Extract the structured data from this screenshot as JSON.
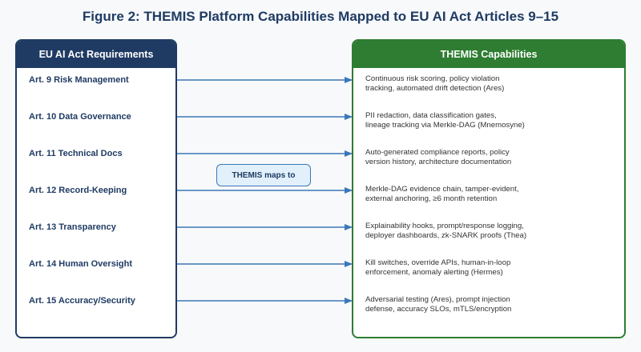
{
  "title": "Figure 2: THEMIS Platform Capabilities Mapped to EU AI Act Articles 9–15",
  "left_panel": {
    "header": "EU AI Act Requirements",
    "items": [
      "Art. 9 Risk Management",
      "Art. 10 Data Governance",
      "Art. 11 Technical Docs",
      "Art. 12 Record-Keeping",
      "Art. 13 Transparency",
      "Art. 14 Human Oversight",
      "Art. 15 Accuracy/Security"
    ]
  },
  "right_panel": {
    "header": "THEMIS Capabilities",
    "items": [
      "Continuous risk scoring, policy violation\ntracking, automated drift detection (Ares)",
      "PII redaction, data classification gates,\nlineage tracking via Merkle-DAG (Mnemosyne)",
      "Auto-generated compliance reports, policy\nversion history, architecture documentation",
      "Merkle-DAG evidence chain, tamper-evident,\nexternal anchoring, ≥6 month retention",
      "Explainability hooks, prompt/response logging,\ndeployer dashboards, zk-SNARK proofs (Thea)",
      "Kill switches, override APIs, human-in-loop\nenforcement, anomaly alerting (Hermes)",
      "Adversarial testing (Ares), prompt injection\ndefense, accuracy SLOs, mTLS/encryption"
    ]
  },
  "connector_label": "THEMIS maps to",
  "colors": {
    "left_accent": "#1f3b63",
    "right_accent": "#2e7d32",
    "arrow": "#3b78b8"
  }
}
